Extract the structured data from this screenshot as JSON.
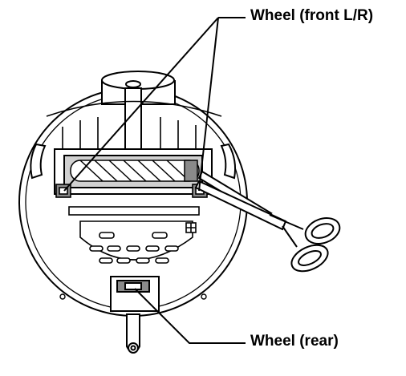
{
  "callouts": {
    "front_wheels": "Wheel (front L/R)",
    "rear_wheel": "Wheel (rear)"
  },
  "colors": {
    "line": "#000000",
    "fill_light": "#ffffff",
    "fill_mid": "#d0d0d0",
    "fill_dark": "#8a8a8a"
  },
  "icons": {
    "device": "robot-vacuum-underside",
    "tool": "scissors"
  }
}
